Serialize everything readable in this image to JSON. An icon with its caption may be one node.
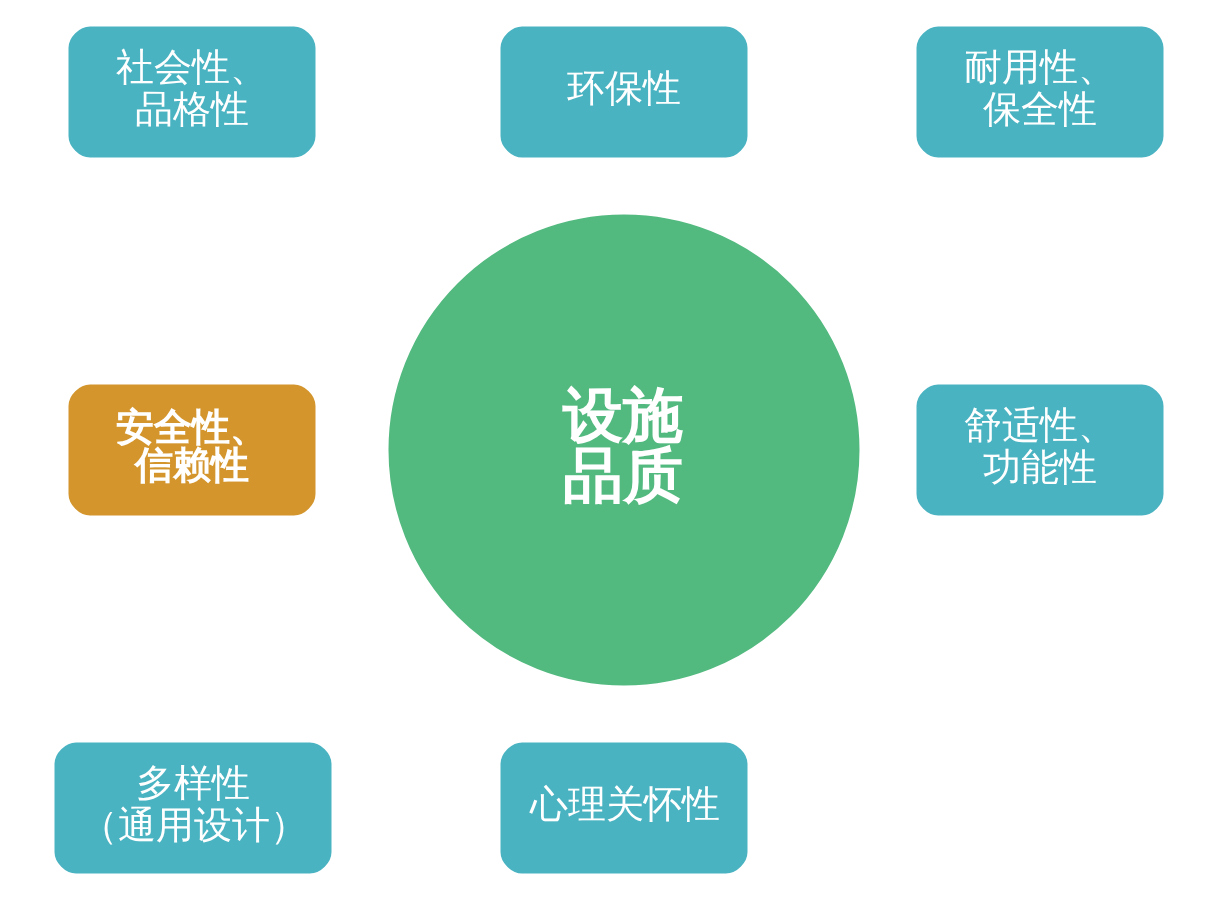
{
  "diagram": {
    "nodes": [
      {
        "text": [
          "设施品质"
        ]
      },
      {
        "text": [
          "环保性"
        ]
      },
      {
        "text": [
          "社会性、品格性"
        ]
      },
      {
        "text": [
          "耐用性、保全性"
        ]
      },
      {
        "text": [
          "安全性、信赖性"
        ]
      },
      {
        "text": [
          "舒适性、功能性"
        ]
      },
      {
        "text": [
          "多样性（通用设计）"
        ]
      },
      {
        "text": [
          "心理关怀性"
        ]
      }
    ]
  }
}
